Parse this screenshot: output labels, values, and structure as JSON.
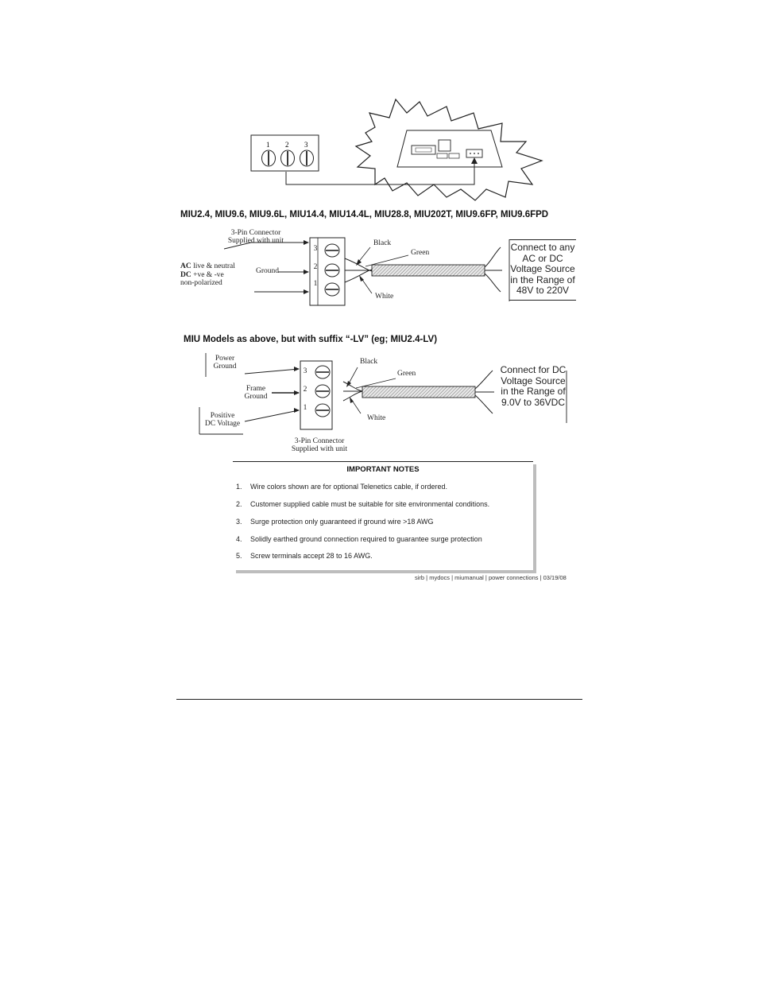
{
  "top_figure": {
    "terminal_numbers": [
      "1",
      "2",
      "3"
    ]
  },
  "section1": {
    "caption": "MIU2.4, MIU9.6, MIU9.6L, MIU14.4, MIU14.4L, MIU28.8, MIU202T, MIU9.6FP, MIU9.6FPD",
    "connector_label": "3-Pin Connector\nSupplied with unit",
    "ac_label_bold_1": "AC",
    "ac_label_1": " live & neutral",
    "ac_label_bold_2": "DC",
    "ac_label_2": " +ve & -ve",
    "ac_label_3": "non-polarized",
    "ground_label": "Ground",
    "pins": [
      "3",
      "2",
      "1"
    ],
    "wire_black": "Black",
    "wire_green": "Green",
    "wire_white": "White",
    "source_note": "Connect to any\nAC or DC\nVoltage Source\nin the Range of\n48V to 220V"
  },
  "section2": {
    "caption": "MIU Models as above, but with suffix “-LV” (eg; MIU2.4-LV)",
    "power_ground": "Power\nGround",
    "frame_ground": "Frame\nGround",
    "positive_dc": "Positive\nDC Voltage",
    "connector_label": "3-Pin Connector\nSupplied with unit",
    "pins": [
      "3",
      "2",
      "1"
    ],
    "wire_black": "Black",
    "wire_green": "Green",
    "wire_white": "White",
    "source_note": "Connect for DC\nVoltage Source\nin the Range of\n9.0V to 36VDC"
  },
  "notes": {
    "title": "IMPORTANT NOTES",
    "items": [
      {
        "num": "1.",
        "text": "Wire colors shown are for optional Telenetics cable, if ordered."
      },
      {
        "num": "2.",
        "text": "Customer supplied cable must be suitable for site environmental conditions."
      },
      {
        "num": "3.",
        "text": "Surge protection only guaranteed if ground wire >18 AWG"
      },
      {
        "num": "4.",
        "text": "Solidly earthed ground connection required to guarantee surge protection"
      },
      {
        "num": "5.",
        "text": "Screw terminals accept 28 to 16 AWG."
      }
    ],
    "footer_ref": "sirb | mydocs | miumanual | power connections | 03/19/08"
  }
}
